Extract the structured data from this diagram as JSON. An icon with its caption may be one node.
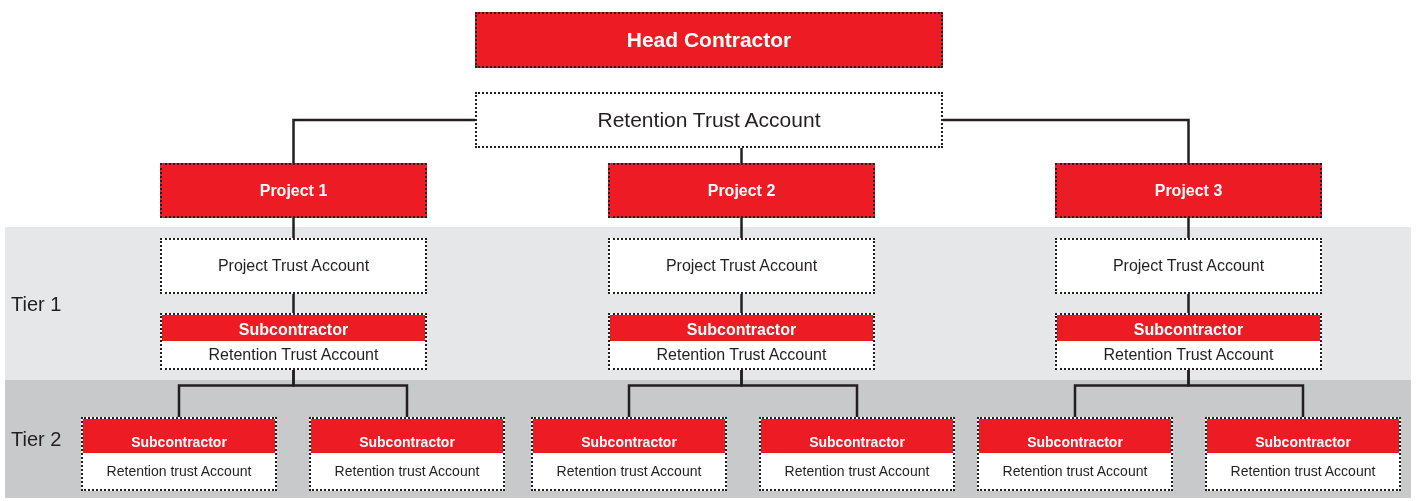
{
  "diagram": {
    "nodes": [
      {
        "text": [
          "Head Contractor"
        ]
      },
      {
        "text": [
          "Retention Trust Account"
        ]
      },
      {
        "text": [
          "Project 1"
        ]
      },
      {
        "text": [
          "Project 2"
        ]
      },
      {
        "text": [
          "Project 3"
        ]
      },
      {
        "text": [
          "Tier 1"
        ]
      },
      {
        "text": [
          "Tier 2"
        ]
      },
      {
        "text": [
          "Project Trust Account"
        ],
        "in": 5
      },
      {
        "text": [
          "Subcontractor",
          "Retention Trust Account"
        ],
        "in": 5
      },
      {
        "text": [
          "Project Trust Account"
        ],
        "in": 5
      },
      {
        "text": [
          "Subcontractor",
          "Retention Trust Account"
        ],
        "in": 5
      },
      {
        "text": [
          "Project Trust Account"
        ],
        "in": 5
      },
      {
        "text": [
          "Subcontractor",
          "Retention Trust Account"
        ],
        "in": 5
      },
      {
        "text": [
          "Subcontractor",
          "Retention trust Account"
        ],
        "in": 6
      },
      {
        "text": [
          "Subcontractor",
          "Retention trust Account"
        ],
        "in": 6
      },
      {
        "text": [
          "Subcontractor",
          "Retention trust Account"
        ],
        "in": 6
      },
      {
        "text": [
          "Subcontractor",
          "Retention trust Account"
        ],
        "in": 6
      },
      {
        "text": [
          "Subcontractor",
          "Retention trust Account"
        ],
        "in": 6
      },
      {
        "text": [
          "Subcontractor",
          "Retention trust Account"
        ],
        "in": 6
      }
    ],
    "edges": [
      {
        "from": 1,
        "to": 2,
        "arrow": "none"
      },
      {
        "from": 1,
        "to": 3,
        "arrow": "none"
      },
      {
        "from": 1,
        "to": 4,
        "arrow": "none"
      },
      {
        "from": 2,
        "to": 7,
        "arrow": "none"
      },
      {
        "from": 3,
        "to": 9,
        "arrow": "none"
      },
      {
        "from": 4,
        "to": 11,
        "arrow": "none"
      },
      {
        "from": 7,
        "to": 8,
        "arrow": "none"
      },
      {
        "from": 9,
        "to": 10,
        "arrow": "none"
      },
      {
        "from": 11,
        "to": 12,
        "arrow": "none"
      },
      {
        "from": 8,
        "to": 13,
        "arrow": "none"
      },
      {
        "from": 8,
        "to": 14,
        "arrow": "none"
      },
      {
        "from": 10,
        "to": 15,
        "arrow": "none"
      },
      {
        "from": 10,
        "to": 16,
        "arrow": "none"
      },
      {
        "from": 12,
        "to": 17,
        "arrow": "none"
      },
      {
        "from": 12,
        "to": 18,
        "arrow": "none"
      }
    ]
  }
}
